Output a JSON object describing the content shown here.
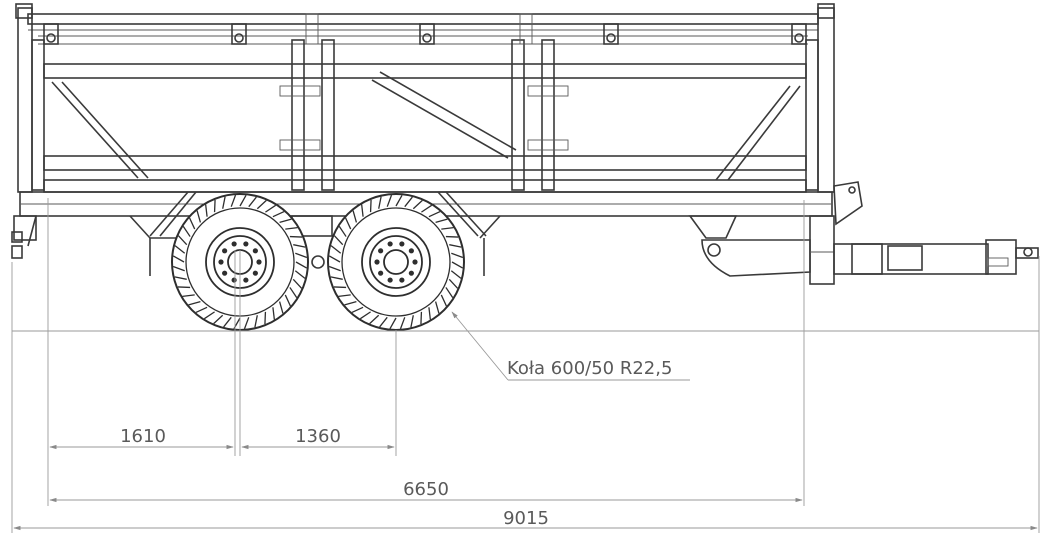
{
  "dimensions": {
    "rear_overhang": "1610",
    "axle_spacing": "1360",
    "body_length": "6650",
    "total_length": "9015"
  },
  "callouts": {
    "wheels": "Koła 600/50 R22,5"
  }
}
